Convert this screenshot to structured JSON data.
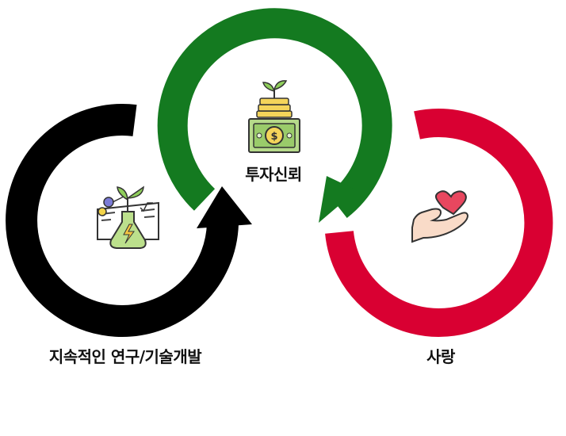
{
  "nodes": {
    "research": {
      "label": "지속적인 연구/기술개발",
      "icon": "flask-sprout-formula-icon"
    },
    "trust": {
      "label": "투자신뢰",
      "icon": "money-plant-coins-icon"
    },
    "love": {
      "label": "사랑",
      "icon": "hand-holding-heart-icon"
    }
  },
  "colors": {
    "research_arrow": "#000000",
    "trust_arrow": "#147a20",
    "love_arrow": "#d90032"
  }
}
